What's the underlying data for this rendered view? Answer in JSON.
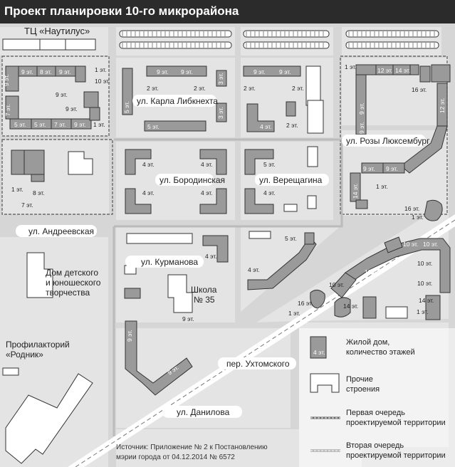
{
  "title": "Проект планировки 10-го микрорайона",
  "places": {
    "mall": "ТЦ «Наутилус»",
    "art_house_l1": "Дом детского",
    "art_house_l2": "и юношеского",
    "art_house_l3": "творчества",
    "school_l1": "Школа",
    "school_l2": "№ 35",
    "prof_l1": "Профилакторий",
    "prof_l2": "«Родник»"
  },
  "streets": {
    "liebknecht": "ул. Карла Либкнехта",
    "borodinskaya": "ул. Бородинская",
    "vereshchagina": "ул. Верещагина",
    "luxemburg": "ул. Розы Люксембург",
    "andreevskaya": "ул. Андреевская",
    "kurmanova": "ул. Курманова",
    "ukhtomskogo": "пер. Ухтомского",
    "danilova": "ул. Данилова"
  },
  "floors": {
    "f1": "1 эт.",
    "f2": "2 эт.",
    "f3": "3 эт.",
    "f4": "4 эт.",
    "f5": "5 эт.",
    "f7": "7 эт.",
    "f8": "8 эт.",
    "f9": "9 эт.",
    "f10": "10 эт.",
    "f12": "12 эт.",
    "f14": "14 эт.",
    "f16": "16 эт."
  },
  "legend": {
    "house_l1": "Жилой дом,",
    "house_l2": "количество этажей",
    "house_sample": "4 эт.",
    "other_l1": "Прочие",
    "other_l2": "строения",
    "first_l1": "Первая очередь",
    "first_l2": "проектируемой территории",
    "second_l1": "Вторая очередь",
    "second_l2": "проектируемой территории"
  },
  "source": {
    "line1": "Источник: Приложение № 2 к Постановлению",
    "line2": "мэрии города от 04.12.2014 № 6572"
  },
  "colors": {
    "house": "#9a9a9a",
    "road": "#ffffff",
    "block": "#e4e4e4",
    "title_bg": "#2b2b2b"
  }
}
